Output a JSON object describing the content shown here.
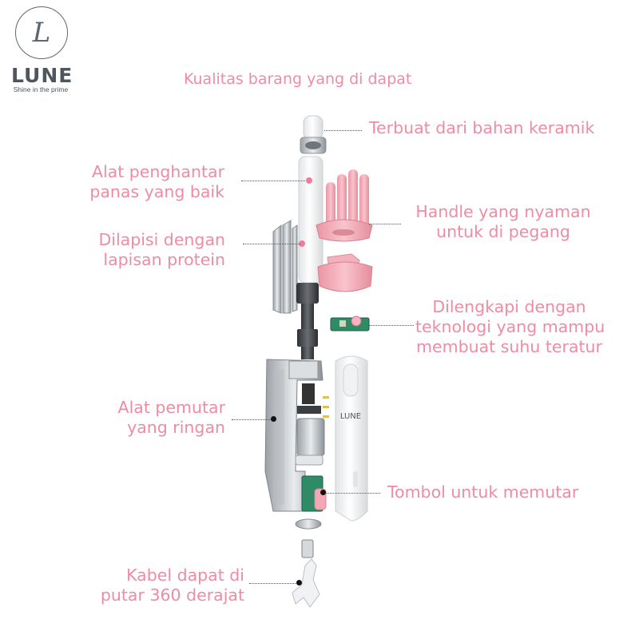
{
  "brand": {
    "logo_letter": "L",
    "name": "LUNE",
    "tagline": "Shine in the prime"
  },
  "title": "Kualitas barang yang di dapat",
  "callouts": {
    "ceramic": "Terbuat dari bahan keramik",
    "heat_line1": "Alat penghantar",
    "heat_line2": "panas yang baik",
    "handle_line1": "Handle yang nyaman",
    "handle_line2": "untuk di pegang",
    "protein_line1": "Dilapisi dengan",
    "protein_line2": "lapisan protein",
    "temp_line1": "Dilengkapi dengan",
    "temp_line2": "teknologi yang mampu",
    "temp_line3": "membuat suhu teratur",
    "rotator_line1": "Alat pemutar",
    "rotator_line2": "yang ringan",
    "button": "Tombol untuk memutar",
    "cable_line1": "Kabel dapat di",
    "cable_line2": "putar 360 derajat"
  },
  "product_mark": "LUNE",
  "colors": {
    "accent_pink": "#ee8ca4",
    "part_pink": "#f4a8b4",
    "logo_gray": "#5e6670"
  }
}
